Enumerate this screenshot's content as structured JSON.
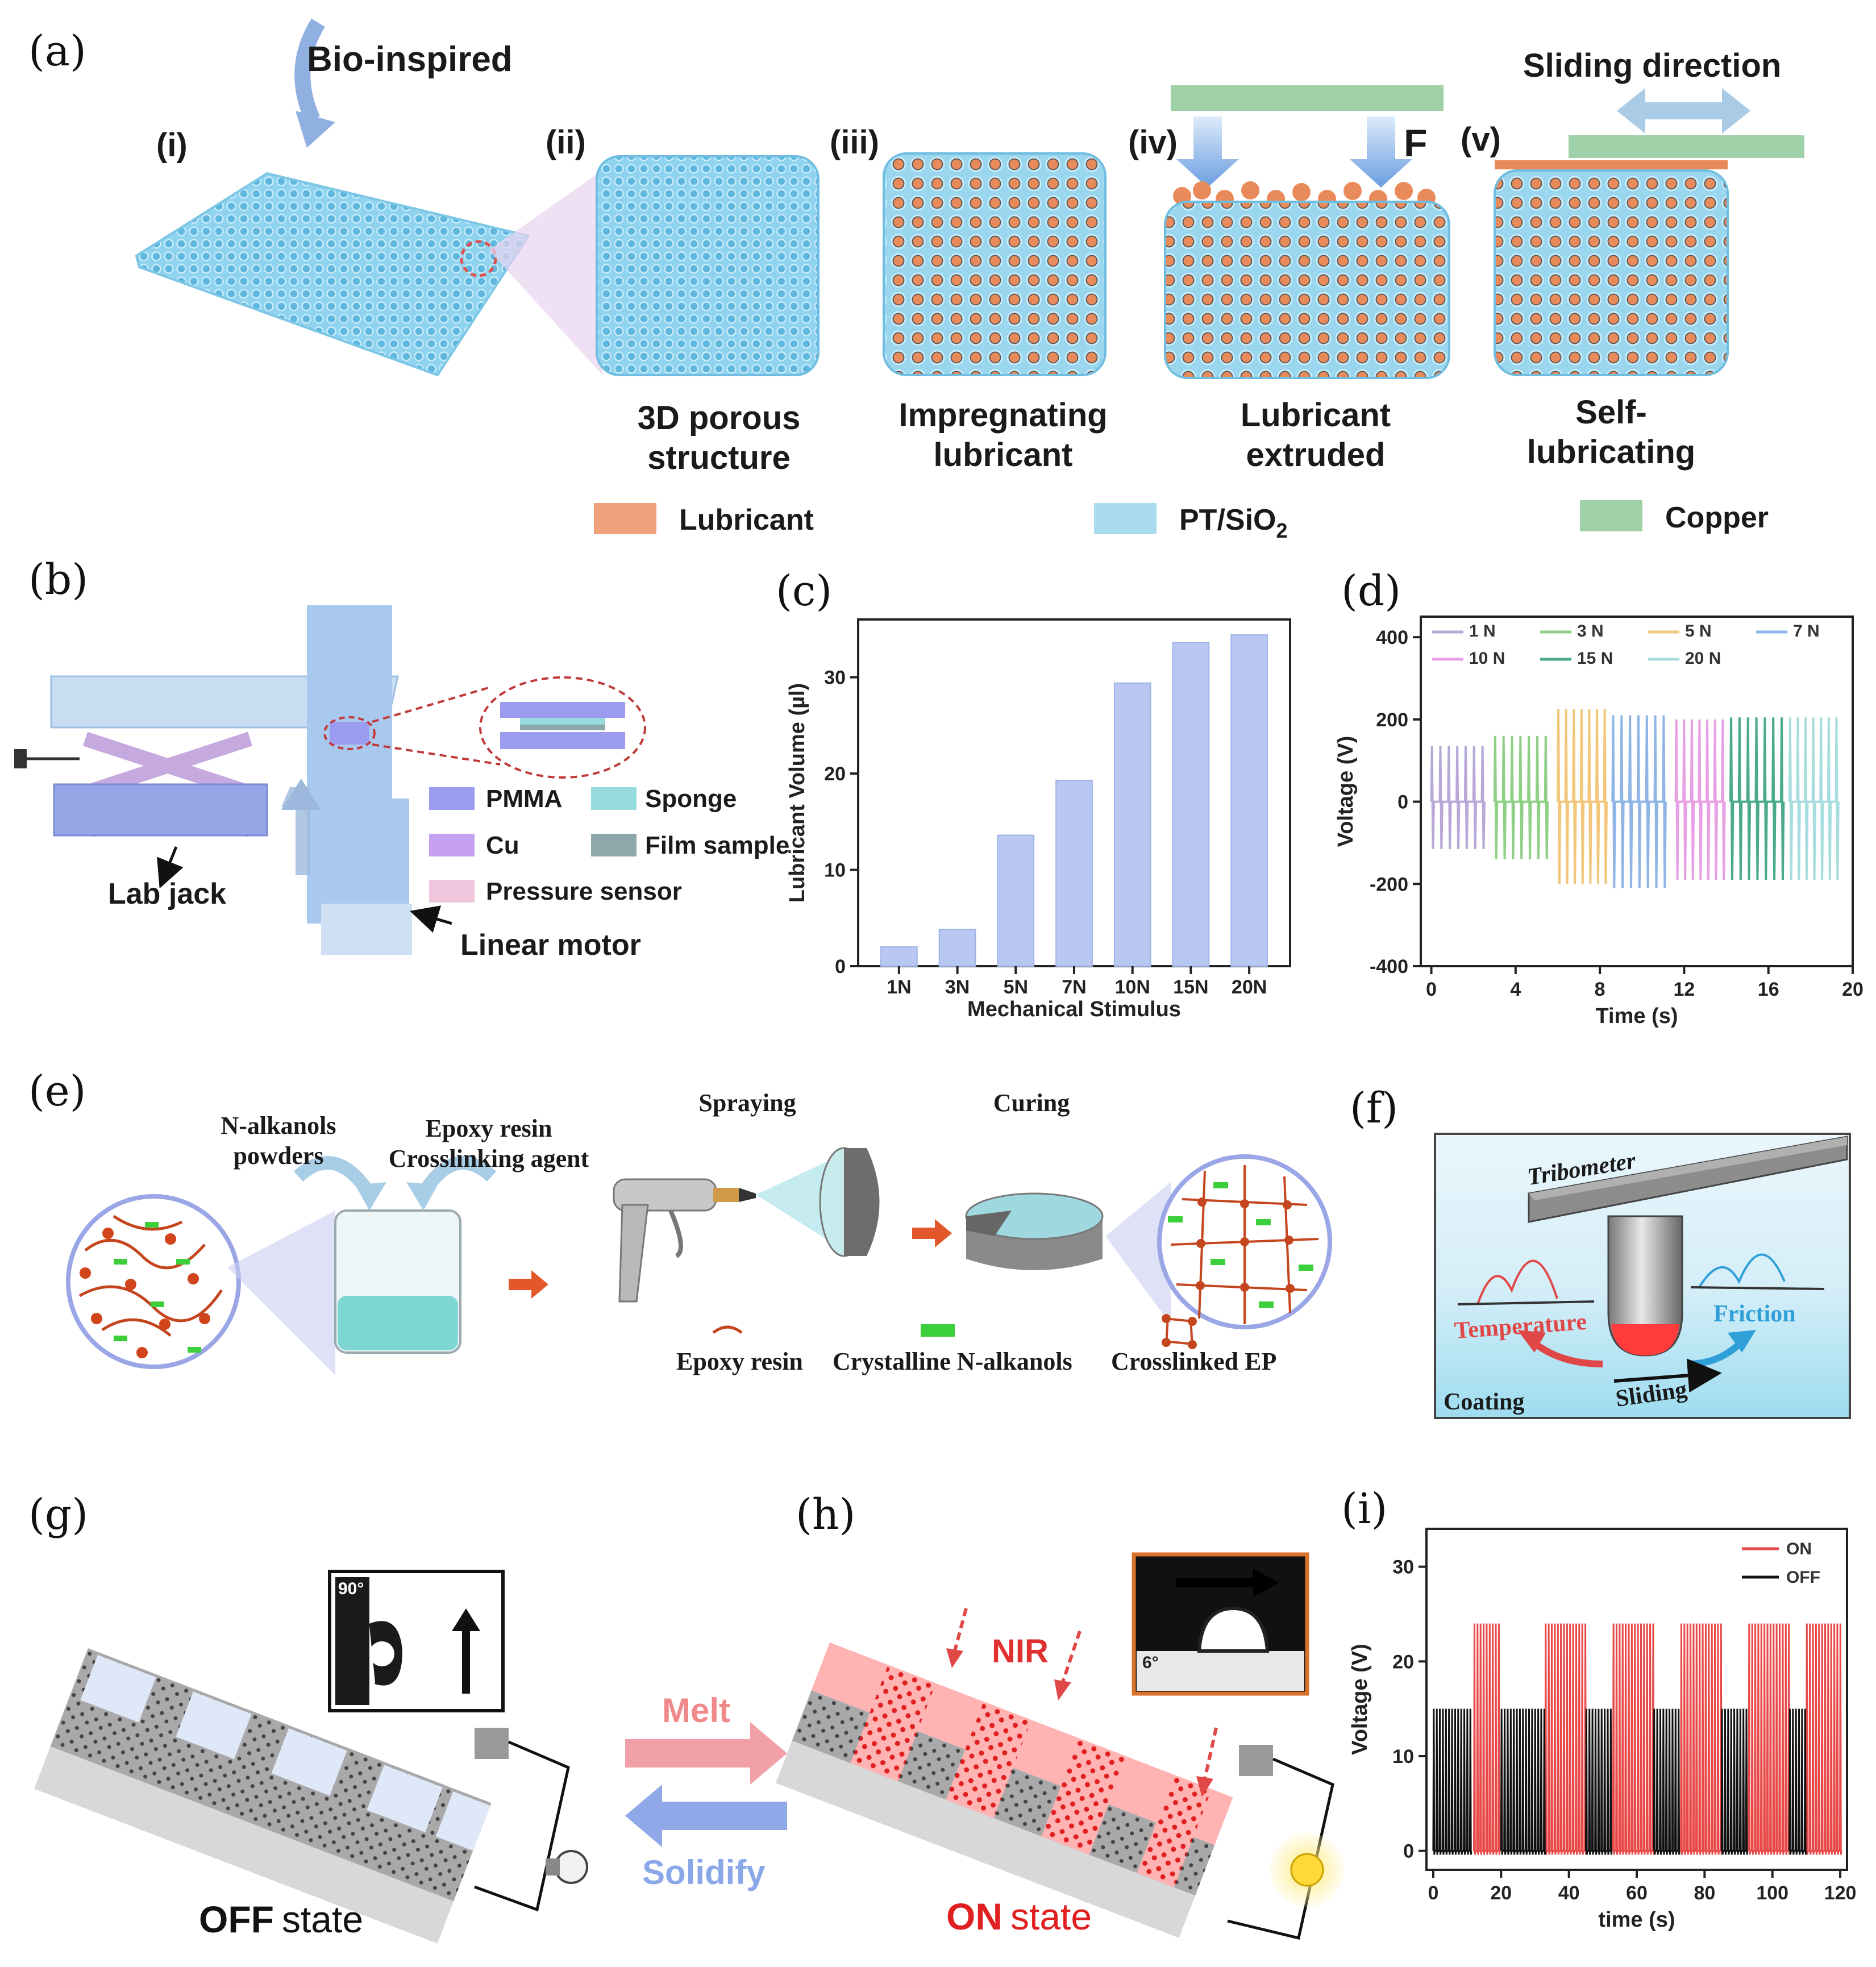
{
  "panels": {
    "a": {
      "label": "(a)",
      "bio": "Bio-inspired",
      "slide": "Sliding direction",
      "force": "F",
      "steps": [
        {
          "num": "(i)",
          "l1": "",
          "l2": ""
        },
        {
          "num": "(ii)",
          "l1": "3D porous",
          "l2": "structure"
        },
        {
          "num": "(iii)",
          "l1": "Impregnating",
          "l2": "lubricant"
        },
        {
          "num": "(iv)",
          "l1": "Lubricant",
          "l2": "extruded"
        },
        {
          "num": "(v)",
          "l1": "Self-",
          "l2": "lubricating"
        }
      ],
      "legend": [
        {
          "label": "Lubricant",
          "color": "#f0a07a"
        },
        {
          "label": "PT/SiO",
          "sub": "2",
          "color": "#a9dcf0"
        },
        {
          "label": "Copper",
          "color": "#9fd1a8"
        }
      ]
    },
    "b": {
      "label": "(b)",
      "lab_jack": "Lab jack",
      "linear_motor": "Linear motor",
      "legend": [
        {
          "label": "PMMA",
          "color": "#9b9cf0"
        },
        {
          "label": "Sponge",
          "color": "#96dcdc"
        },
        {
          "label": "Cu",
          "color": "#c4a0ee"
        },
        {
          "label": "Film sample",
          "color": "#8ea7aa"
        },
        {
          "label": "Pressure sensor",
          "color": "#f0c6dc"
        }
      ]
    },
    "c": {
      "label": "(c)"
    },
    "d": {
      "label": "(d)"
    },
    "e": {
      "label": "(e)",
      "n_alk_1": "N-alkanols",
      "n_alk_2": "powders",
      "epoxy_1": "Epoxy resin",
      "epoxy_2": "Crosslinking agent",
      "spraying": "Spraying",
      "curing": "Curing",
      "leg_epoxy": "Epoxy resin",
      "leg_cryst": "Crystalline N-alkanols",
      "leg_cross": "Crosslinked EP"
    },
    "f": {
      "label": "(f)",
      "tribometer": "Tribometer",
      "temperature": "Temperature",
      "friction": "Friction",
      "sliding": "Sliding",
      "coating": "Coating"
    },
    "g": {
      "label": "(g)",
      "angle": "90°",
      "state_word": "OFF",
      "state_rest": "state"
    },
    "h": {
      "label": "(h)",
      "nir": "NIR",
      "angle": "6°",
      "melt": "Melt",
      "solidify": "Solidify",
      "state_word": "ON",
      "state_rest": "state"
    },
    "i": {
      "label": "(i)"
    }
  },
  "chart_data": [
    {
      "id": "c",
      "type": "bar",
      "categories": [
        "1N",
        "3N",
        "5N",
        "7N",
        "10N",
        "15N",
        "20N"
      ],
      "values": [
        2.0,
        3.8,
        13.6,
        19.3,
        29.4,
        33.6,
        34.4
      ],
      "xlabel": "Mechanical Stimulus",
      "ylabel": "Lubricant Volume (µl)",
      "ylim": [
        0,
        36
      ],
      "yticks": [
        0,
        10,
        20,
        30
      ],
      "color": "#b9c8f2",
      "grid": false
    },
    {
      "id": "d",
      "type": "line",
      "xlabel": "Time (s)",
      "ylabel": "Voltage (V)",
      "xlim": [
        -0.5,
        20
      ],
      "ylim": [
        -400,
        450
      ],
      "xticks": [
        0,
        4,
        8,
        12,
        16,
        20
      ],
      "yticks": [
        -400,
        -200,
        0,
        200,
        400
      ],
      "legend_position": "top",
      "grid": false,
      "series": [
        {
          "name": "1 N",
          "color": "#b8a8d8",
          "t_start": 0.0,
          "t_end": 2.4,
          "peak_pos": 135,
          "peak_neg": -115
        },
        {
          "name": "3 N",
          "color": "#8fcf86",
          "t_start": 3.0,
          "t_end": 5.4,
          "peak_pos": 160,
          "peak_neg": -140
        },
        {
          "name": "5 N",
          "color": "#f2c77c",
          "t_start": 6.0,
          "t_end": 8.2,
          "peak_pos": 225,
          "peak_neg": -200
        },
        {
          "name": "7 N",
          "color": "#8fb5e6",
          "t_start": 8.6,
          "t_end": 11.0,
          "peak_pos": 210,
          "peak_neg": -210
        },
        {
          "name": "10 N",
          "color": "#e8a0e4",
          "t_start": 11.6,
          "t_end": 13.8,
          "peak_pos": 200,
          "peak_neg": -190
        },
        {
          "name": "15 N",
          "color": "#4aaa8a",
          "t_start": 14.2,
          "t_end": 16.6,
          "peak_pos": 205,
          "peak_neg": -190
        },
        {
          "name": "20 N",
          "color": "#a8dde0",
          "t_start": 17.0,
          "t_end": 19.2,
          "peak_pos": 205,
          "peak_neg": -190
        }
      ]
    },
    {
      "id": "i",
      "type": "line",
      "xlabel": "time (s)",
      "ylabel": "Voltage (V)",
      "xlim": [
        -2,
        122
      ],
      "ylim": [
        -2,
        34
      ],
      "xticks": [
        0,
        20,
        40,
        60,
        80,
        100,
        120
      ],
      "yticks": [
        0,
        10,
        20,
        30
      ],
      "legend_position": "top-right",
      "grid": false,
      "series": [
        {
          "name": "ON",
          "color": "#e84848",
          "segments": [
            [
              12,
              20
            ],
            [
              33,
              45
            ],
            [
              53,
              65
            ],
            [
              73,
              85
            ],
            [
              93,
              105
            ],
            [
              110,
              120
            ]
          ],
          "peak": 24
        },
        {
          "name": "OFF",
          "color": "#111111",
          "segments": [
            [
              0,
              11
            ],
            [
              20,
              33
            ],
            [
              45,
              53
            ],
            [
              65,
              73
            ],
            [
              85,
              93
            ],
            [
              105,
              110
            ]
          ],
          "peak": 15
        }
      ]
    }
  ]
}
